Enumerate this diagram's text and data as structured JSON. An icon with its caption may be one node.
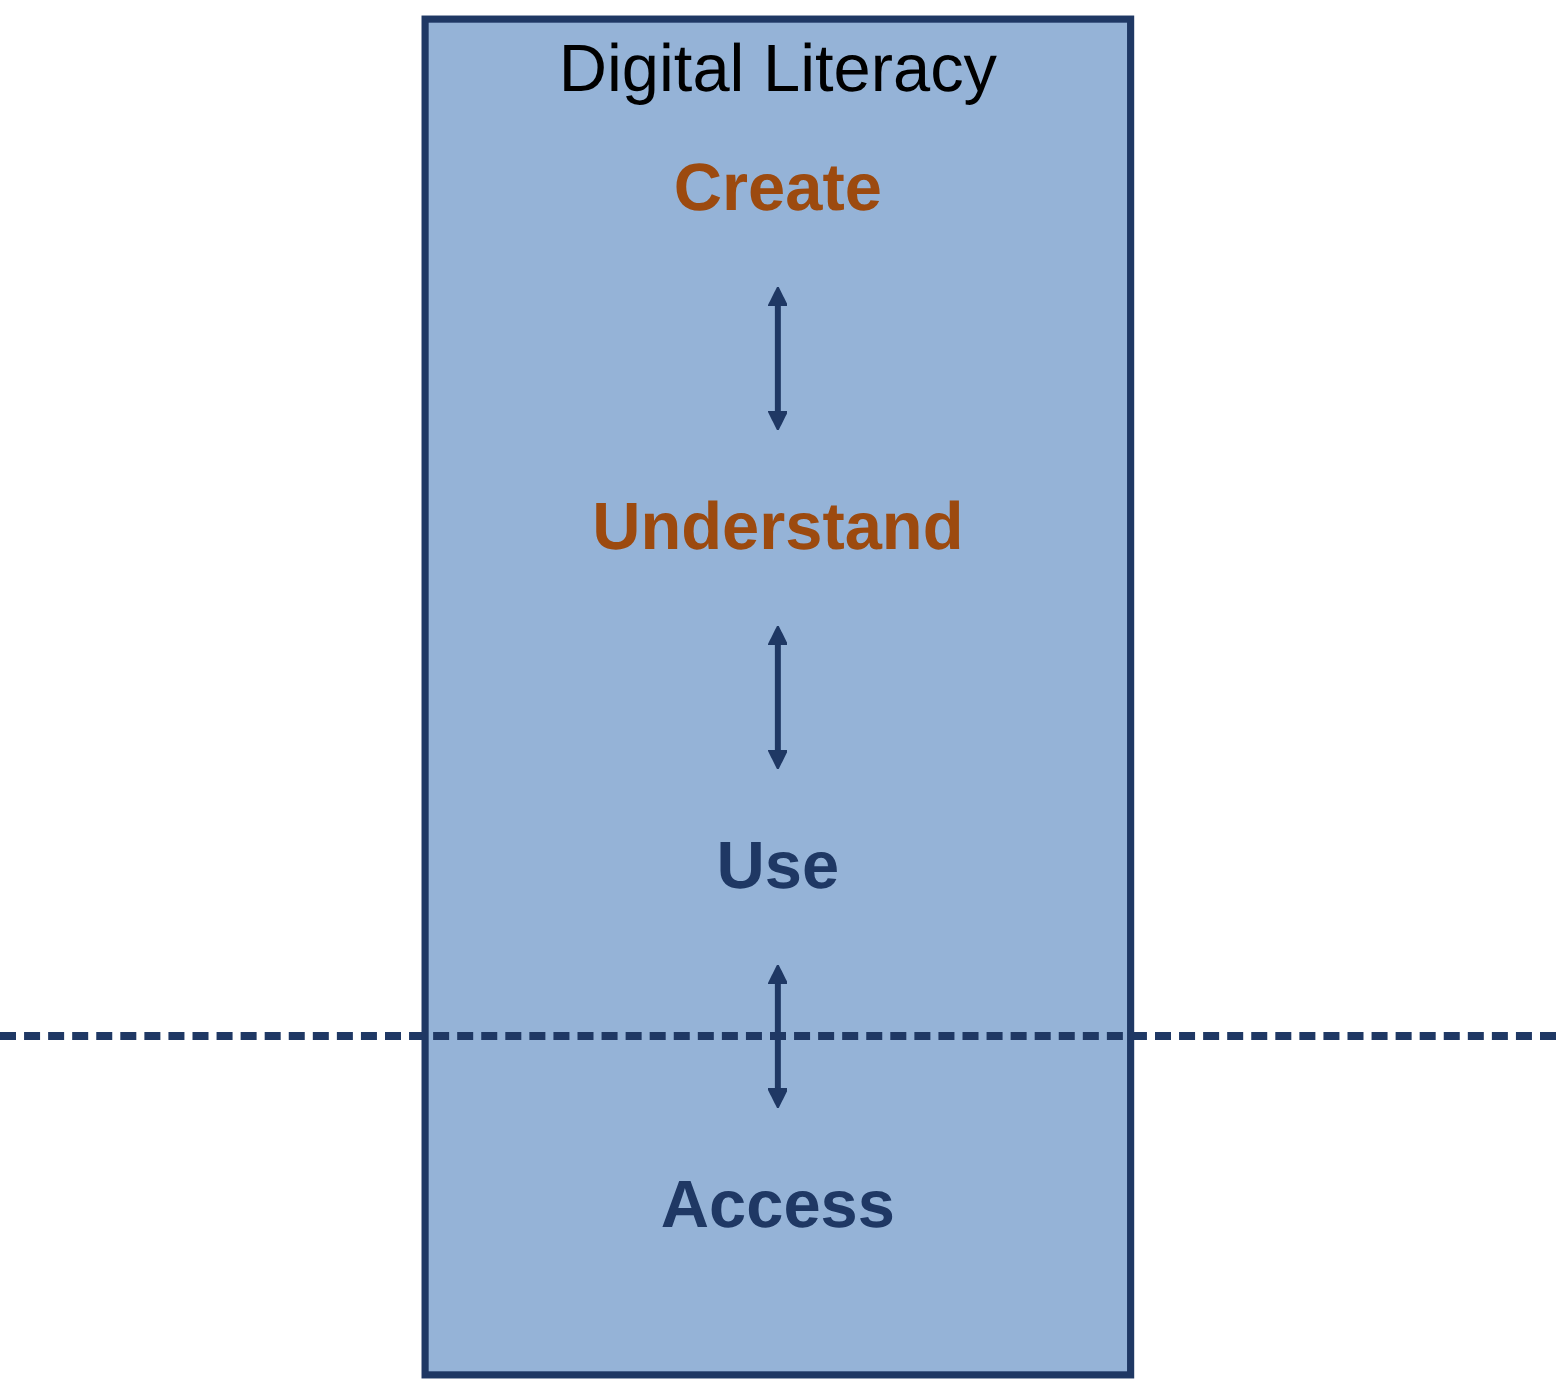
{
  "diagram": {
    "nodes": [
      {
        "text": [
          "Digital Literacy"
        ]
      },
      {
        "text": [
          "Create"
        ],
        "in": 0
      },
      {
        "text": [
          "Understand"
        ],
        "in": 0
      },
      {
        "text": [
          "Use"
        ],
        "in": 0
      },
      {
        "text": [
          "Access"
        ],
        "in": 0
      }
    ],
    "edges": [
      {
        "from": 1,
        "to": 2,
        "arrow": "both"
      },
      {
        "from": 2,
        "to": 3,
        "arrow": "both"
      },
      {
        "from": 3,
        "to": 4,
        "arrow": "both"
      }
    ]
  }
}
